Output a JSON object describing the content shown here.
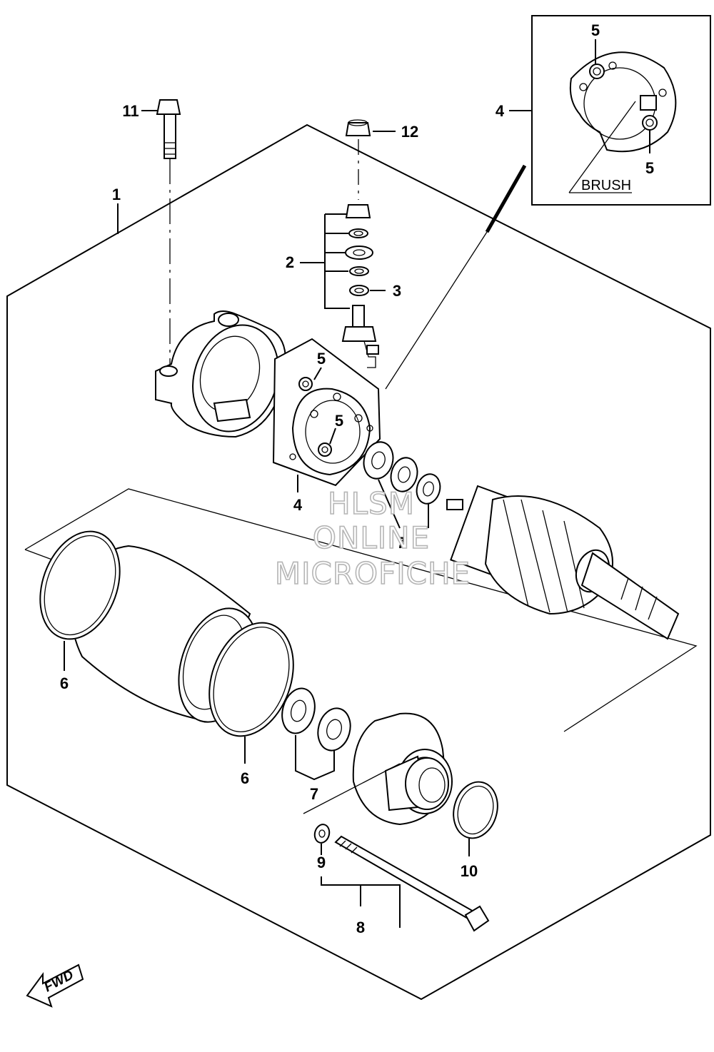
{
  "labels": {
    "p1": "1",
    "p2": "2",
    "p3": "3",
    "p4_top": "4",
    "p4_mid": "4",
    "p5_inset_top": "5",
    "p5_inset_bottom": "5",
    "p5_plate_top": "5",
    "p5_plate_mid": "5",
    "p6_left": "6",
    "p6_center": "6",
    "p7_upper": "7",
    "p7_lower": "7",
    "p8": "8",
    "p9": "9",
    "p10": "10",
    "p11": "11",
    "p12": "12"
  },
  "inset": {
    "brush_label": "BRUSH"
  },
  "fwd_label": "FWD",
  "watermark": {
    "line1": "HLSM",
    "line2": "ONLINE",
    "line3": "MICROFICHE"
  },
  "icons": {
    "fwd_arrow": "fwd-arrow-icon"
  }
}
